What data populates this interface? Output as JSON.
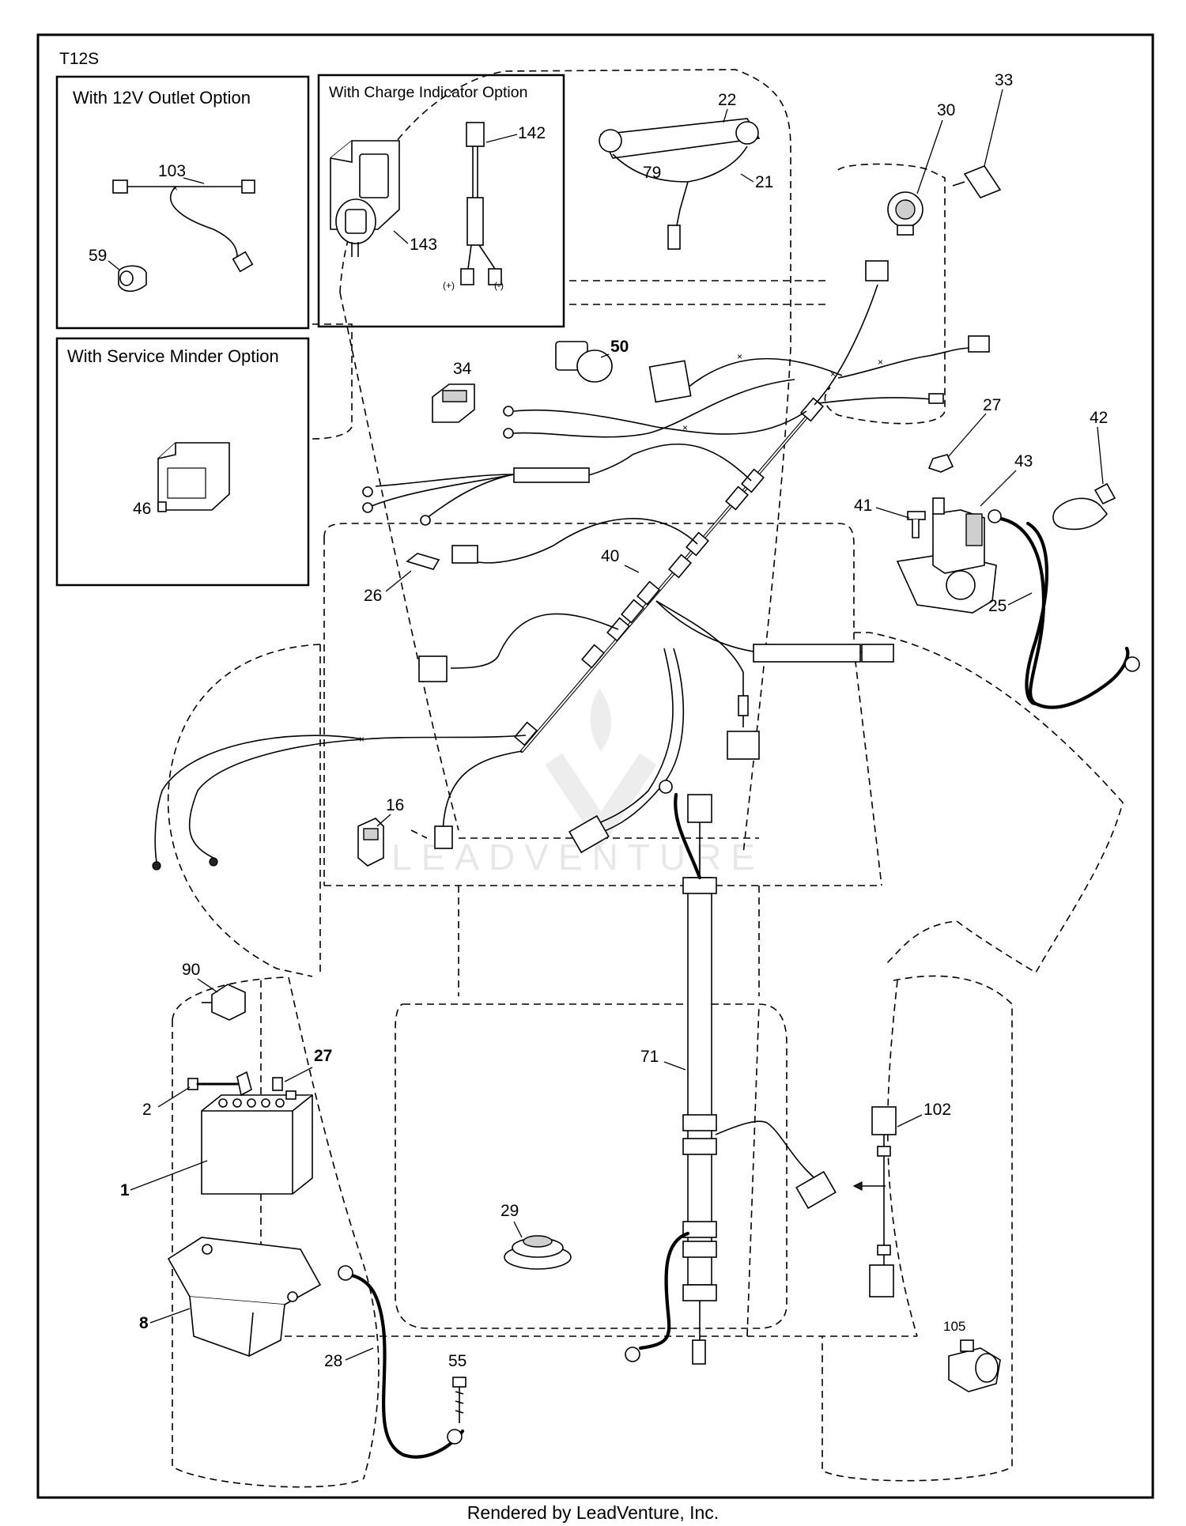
{
  "model_label": "T12S",
  "options": {
    "outlet_12v": "With 12V Outlet Option",
    "charge_indicator": "With Charge Indicator Option",
    "service_minder": "With Service Minder Option"
  },
  "charge_terminals": {
    "positive": "(+)",
    "negative": "(-)"
  },
  "callouts": {
    "p1": "1",
    "p2": "2",
    "p8": "8",
    "p16": "16",
    "p21": "21",
    "p22": "22",
    "p25": "25",
    "p26": "26",
    "p27_top": "27",
    "p27_bottom": "27",
    "p28": "28",
    "p29": "29",
    "p30": "30",
    "p33": "33",
    "p34": "34",
    "p40": "40",
    "p41": "41",
    "p42": "42",
    "p43": "43",
    "p46": "46",
    "p50": "50",
    "p55": "55",
    "p59": "59",
    "p71": "71",
    "p79": "79",
    "p90": "90",
    "p102": "102",
    "p103": "103",
    "p105": "105",
    "p142": "142",
    "p143": "143"
  },
  "watermark": "LEADVENTURE",
  "footer": "Rendered by LeadVenture, Inc."
}
